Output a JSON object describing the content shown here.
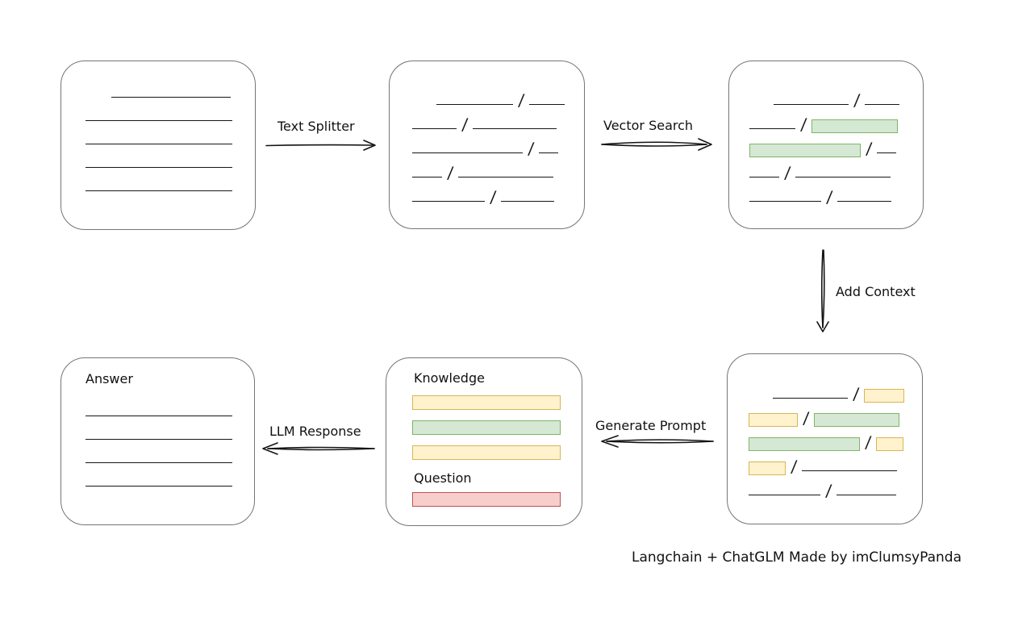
{
  "credit": "Langchain + ChatGLM Made by imClumsyPanda",
  "separator": "/",
  "colors": {
    "line": "#161616",
    "box_border": "#757575",
    "green_fill": "#d5e8d4",
    "green_border": "#82b366",
    "yellow_fill": "#fff2cc",
    "yellow_border": "#d6b656",
    "red_fill": "#f8cecc",
    "red_border": "#b85450"
  },
  "arrows": {
    "text_splitter": {
      "label": "Text Splitter"
    },
    "vector_search": {
      "label": "Vector Search"
    },
    "add_context": {
      "label": "Add Context"
    },
    "generate_prompt": {
      "label": "Generate Prompt"
    },
    "llm_response": {
      "label": "LLM Response"
    }
  },
  "boxes": {
    "document": {
      "lines": [
        {
          "ml": 32,
          "w": 148
        },
        {
          "ml": 0,
          "w": 182
        },
        {
          "ml": 0,
          "w": 182
        },
        {
          "ml": 0,
          "w": 182
        },
        {
          "ml": 0,
          "w": 182
        }
      ]
    },
    "chunks": {
      "rows": [
        [
          {
            "t": "line",
            "w": 95,
            "ml": 30
          },
          {
            "t": "slash"
          },
          {
            "t": "line",
            "w": 44
          }
        ],
        [
          {
            "t": "line",
            "w": 55
          },
          {
            "t": "slash"
          },
          {
            "t": "line",
            "w": 104
          }
        ],
        [
          {
            "t": "line",
            "w": 137
          },
          {
            "t": "slash"
          },
          {
            "t": "line",
            "w": 24
          }
        ],
        [
          {
            "t": "line",
            "w": 37
          },
          {
            "t": "slash"
          },
          {
            "t": "line",
            "w": 118
          }
        ],
        [
          {
            "t": "line",
            "w": 90
          },
          {
            "t": "slash"
          },
          {
            "t": "line",
            "w": 66
          }
        ]
      ]
    },
    "search_result": {
      "rows": [
        [
          {
            "t": "line",
            "w": 93,
            "ml": 30
          },
          {
            "t": "slash"
          },
          {
            "t": "line",
            "w": 43
          }
        ],
        [
          {
            "t": "line",
            "w": 57
          },
          {
            "t": "slash"
          },
          {
            "t": "green",
            "w": 107
          }
        ],
        [
          {
            "t": "green",
            "w": 138
          },
          {
            "t": "slash"
          },
          {
            "t": "line",
            "w": 24
          }
        ],
        [
          {
            "t": "line",
            "w": 37
          },
          {
            "t": "slash"
          },
          {
            "t": "line",
            "w": 118
          }
        ],
        [
          {
            "t": "line",
            "w": 89
          },
          {
            "t": "slash"
          },
          {
            "t": "line",
            "w": 67
          }
        ]
      ]
    },
    "with_context": {
      "rows": [
        [
          {
            "t": "line",
            "w": 93,
            "ml": 30
          },
          {
            "t": "slash"
          },
          {
            "t": "yellow",
            "w": 50
          }
        ],
        [
          {
            "t": "yellow",
            "w": 61
          },
          {
            "t": "slash"
          },
          {
            "t": "green",
            "w": 106
          }
        ],
        [
          {
            "t": "green",
            "w": 138
          },
          {
            "t": "slash"
          },
          {
            "t": "yellow",
            "w": 34
          }
        ],
        [
          {
            "t": "yellow",
            "w": 46
          },
          {
            "t": "slash"
          },
          {
            "t": "line",
            "w": 118
          }
        ],
        [
          {
            "t": "line",
            "w": 89
          },
          {
            "t": "slash"
          },
          {
            "t": "line",
            "w": 74
          }
        ]
      ]
    },
    "prompt": {
      "knowledge_label": "Knowledge",
      "question_label": "Question",
      "knowledge_bars": [
        "yellow",
        "green",
        "yellow"
      ],
      "question_bars": [
        "red"
      ]
    },
    "answer": {
      "label": "Answer",
      "lines": [
        {
          "ml": 0,
          "w": 182
        },
        {
          "ml": 0,
          "w": 182
        },
        {
          "ml": 0,
          "w": 182
        },
        {
          "ml": 0,
          "w": 182
        }
      ]
    }
  }
}
